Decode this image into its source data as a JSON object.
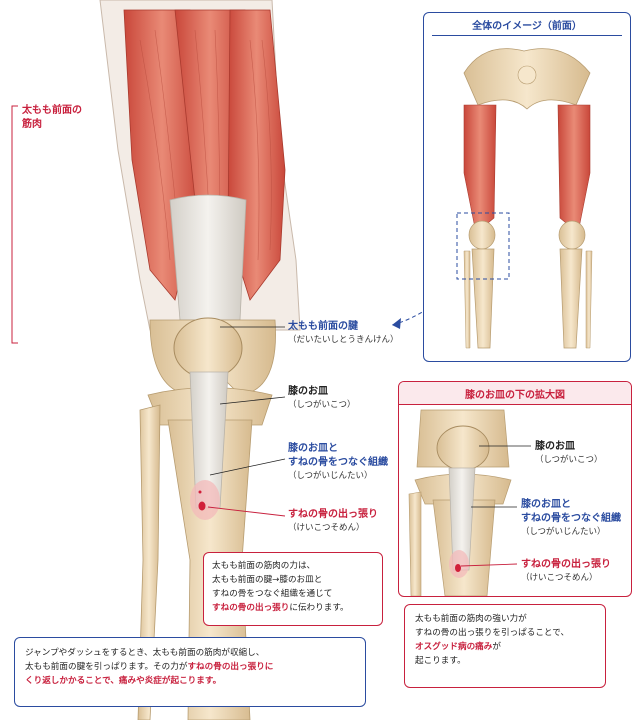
{
  "main_label": {
    "line1": "太もも前面の",
    "line2": "筋肉"
  },
  "tendon_label": {
    "title": "太もも前面の腱",
    "reading": "（だいたいしとうきんけん）"
  },
  "patella_label": {
    "title": "膝のお皿",
    "reading": "（しつがいこつ）"
  },
  "ligament_label": {
    "line1": "膝のお皿と",
    "line2": "すねの骨をつなぐ組織",
    "reading": "（しつがいじんたい）"
  },
  "tuberosity_label": {
    "title": "すねの骨の出っ張り",
    "reading": "（けいこつそめん）"
  },
  "overview_panel": {
    "title": "全体のイメージ（前面）"
  },
  "zoom_panel": {
    "title": "膝のお皿の下の拡大図",
    "patella_title": "膝のお皿",
    "patella_reading": "（しつがいこつ）",
    "ligament_line1": "膝のお皿と",
    "ligament_line2": "すねの骨をつなぐ組織",
    "ligament_reading": "（しつがいじんたい）",
    "tuberosity_title": "すねの骨の出っ張り",
    "tuberosity_reading": "（けいこつそめん）"
  },
  "force_box": {
    "line1": "太もも前面の筋肉の力は、",
    "line2": "太もも前面の腱→膝のお皿と",
    "line3": "すねの骨をつなぐ組織を通じて",
    "line4_em": "すねの骨の出っ張り",
    "line4_rest": "に伝わります。"
  },
  "osgood_box": {
    "line1": "太もも前面の筋肉の強い力が",
    "line2": "すねの骨の出っ張りを引っぱることで、",
    "line3_em": "オスグッド病の痛み",
    "line3_rest": "が",
    "line4": "起こります。"
  },
  "summary_box": {
    "line1": "ジャンプやダッシュをするとき、太もも前面の筋肉が収縮し、",
    "line2_pre": "太もも前面の腱を引っぱります。その力が",
    "line2_em": "すねの骨の出っ張りに",
    "line3_em": "くり返しかかることで、痛みや炎症が起こります。"
  },
  "colors": {
    "accent_red": "#c8213e",
    "accent_blue": "#2b4ca0",
    "muscle": "#d9604f",
    "bone": "#efdcbc",
    "tendon": "#e9e6e1"
  }
}
